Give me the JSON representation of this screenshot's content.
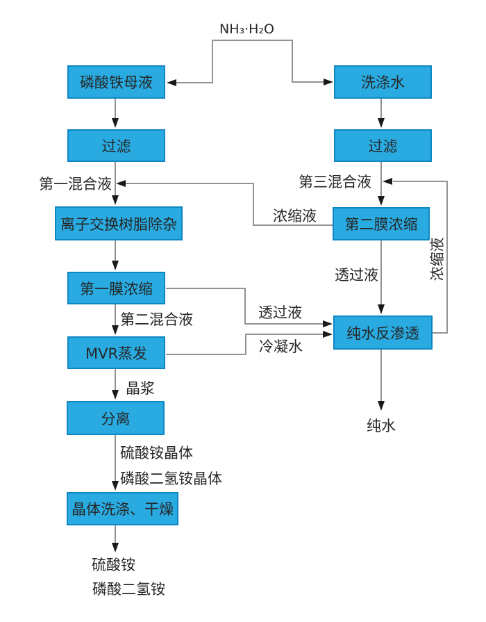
{
  "diagram": {
    "reagent_label": "NH₃·H₂O",
    "nodes": {
      "mother_liquor": "磷酸铁母液",
      "washing_water": "洗涤水",
      "filter_left": "过滤",
      "filter_right": "过滤",
      "ion_exchange": "离子交换树脂除杂",
      "membrane2": "第二膜浓缩",
      "membrane1": "第一膜浓缩",
      "reverse_osmosis": "纯水反渗透",
      "mvr": "MVR蒸发",
      "separation": "分离",
      "crystal_wash_dry": "晶体洗涤、干燥"
    },
    "labels": {
      "mixture1": "第一混合液",
      "mixture2": "第二混合液",
      "mixture3": "第三混合液",
      "concentrate_left": "浓缩液",
      "concentrate_right": "浓缩液",
      "permeate_right": "透过液",
      "permeate_mid": "透过液",
      "condensate": "冷凝水",
      "slurry": "晶浆",
      "ammonium_sulfate_crystal": "硫酸铵晶体",
      "monoammonium_phosphate_crystal": "磷酸二氢铵晶体",
      "ammonium_sulfate": "硫酸铵",
      "monoammonium_phosphate": "磷酸二氢铵",
      "pure_water": "纯水"
    },
    "colors": {
      "node_fill": "#29abe2",
      "node_border": "#0f86c4",
      "line": "#929292",
      "arrow": "#1a1a1a",
      "text": "#262626"
    }
  }
}
